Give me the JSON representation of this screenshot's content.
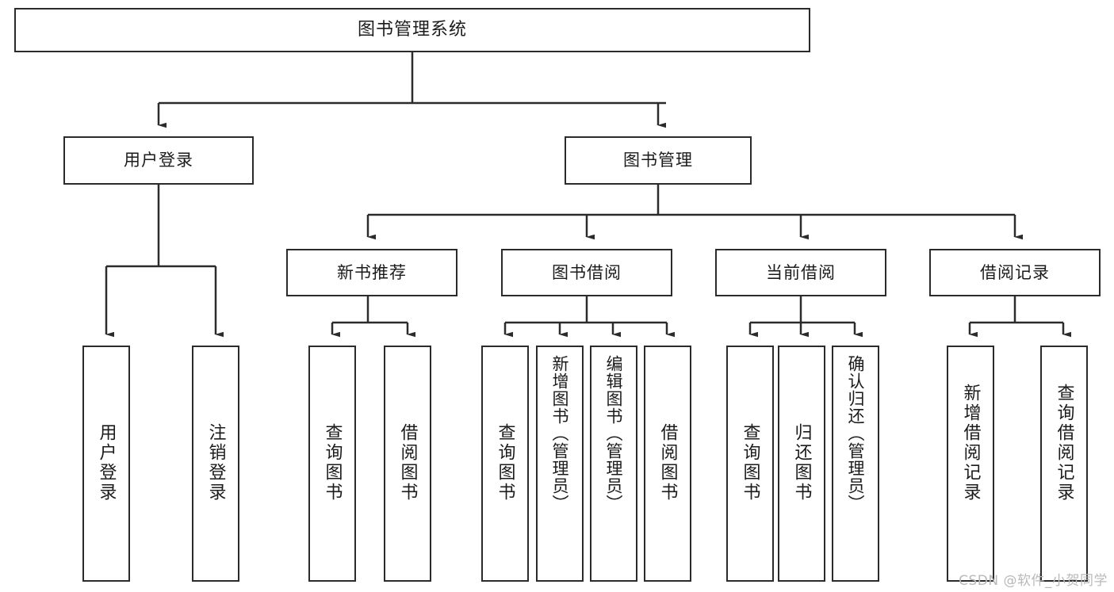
{
  "diagram": {
    "type": "tree",
    "title": "图书管理系统",
    "root": {
      "id": "root",
      "label": "图书管理系统"
    },
    "level2": [
      {
        "id": "user-login",
        "label": "用户登录"
      },
      {
        "id": "book-management",
        "label": "图书管理"
      }
    ],
    "level3": [
      {
        "id": "new-book-recommend",
        "label": "新书推荐",
        "parent": "book-management"
      },
      {
        "id": "book-borrow",
        "label": "图书借阅",
        "parent": "book-management"
      },
      {
        "id": "current-borrow",
        "label": "当前借阅",
        "parent": "book-management"
      },
      {
        "id": "borrow-record",
        "label": "借阅记录",
        "parent": "book-management"
      }
    ],
    "leaves": [
      {
        "id": "leaf-user-login",
        "label": "用户登录",
        "parent": "user-login"
      },
      {
        "id": "leaf-logout-login",
        "label": "注销登录",
        "parent": "user-login"
      },
      {
        "id": "leaf-query-book-1",
        "label": "查询图书",
        "parent": "new-book-recommend"
      },
      {
        "id": "leaf-borrow-book-1",
        "label": "借阅图书",
        "parent": "new-book-recommend"
      },
      {
        "id": "leaf-query-book-2",
        "label": "查询图书",
        "parent": "book-borrow"
      },
      {
        "id": "leaf-add-book",
        "label": "新增图书（管理员）",
        "parent": "book-borrow"
      },
      {
        "id": "leaf-edit-book",
        "label": "编辑图书（管理员）",
        "parent": "book-borrow"
      },
      {
        "id": "leaf-borrow-book-2",
        "label": "借阅图书",
        "parent": "book-borrow"
      },
      {
        "id": "leaf-query-book-3",
        "label": "查询图书",
        "parent": "current-borrow"
      },
      {
        "id": "leaf-return-book",
        "label": "归还图书",
        "parent": "current-borrow"
      },
      {
        "id": "leaf-confirm-return",
        "label": "确认归还（管理员）",
        "parent": "current-borrow"
      },
      {
        "id": "leaf-add-record",
        "label": "新增借阅记录",
        "parent": "borrow-record"
      },
      {
        "id": "leaf-query-record",
        "label": "查询借阅记录",
        "parent": "borrow-record"
      }
    ]
  },
  "watermark": {
    "text": "CSDN @软件_小贺同学"
  },
  "colors": {
    "stroke": "#2b2b2b",
    "fill": "#ffffff",
    "text": "#1b1b1b",
    "watermark": "#b9b9b9"
  }
}
